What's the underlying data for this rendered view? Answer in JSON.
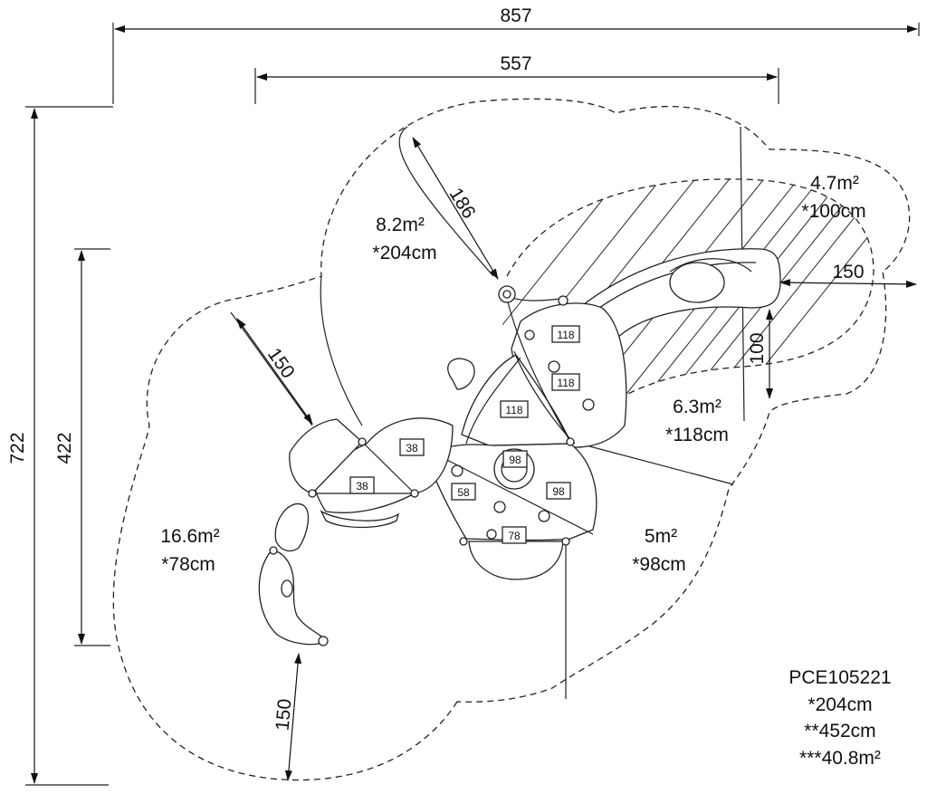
{
  "dimensions": {
    "overall_width": "857",
    "inner_width": "557",
    "overall_height": "722",
    "inner_height": "422"
  },
  "clearances": {
    "c186": "186",
    "c150_left": "150",
    "c150_right": "150",
    "c150_bottom": "150",
    "c100": "100"
  },
  "zones": [
    {
      "area": "8.2m²",
      "height": "*204cm"
    },
    {
      "area": "4.7m²",
      "height": "*100cm"
    },
    {
      "area": "6.3m²",
      "height": "*118cm"
    },
    {
      "area": "16.6m²",
      "height": "*78cm"
    },
    {
      "area": "5m²",
      "height": "*98cm"
    }
  ],
  "platform_heights": [
    "118",
    "118",
    "118",
    "38",
    "38",
    "58",
    "98",
    "98",
    "78"
  ],
  "product": {
    "code": "PCE105221",
    "free_height": "*204cm",
    "fall_height": "**452cm",
    "total_area": "***40.8m²"
  }
}
